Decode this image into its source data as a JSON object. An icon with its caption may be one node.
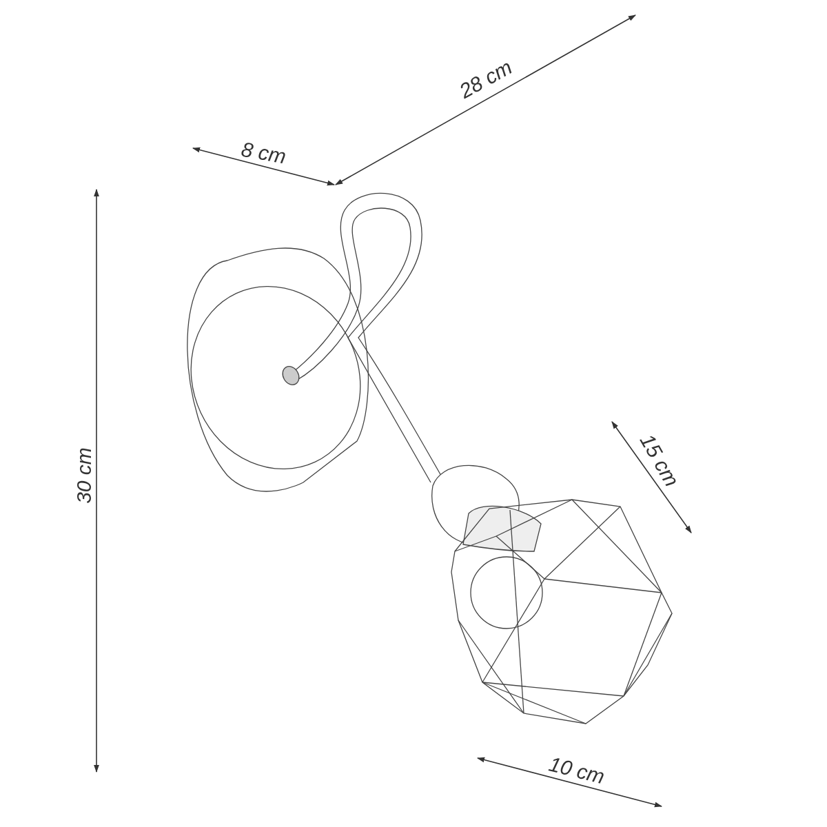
{
  "diagram": {
    "labels": [
      "28 cm",
      "8 cm",
      "30 cm",
      "15 cm",
      "10 cm"
    ]
  }
}
